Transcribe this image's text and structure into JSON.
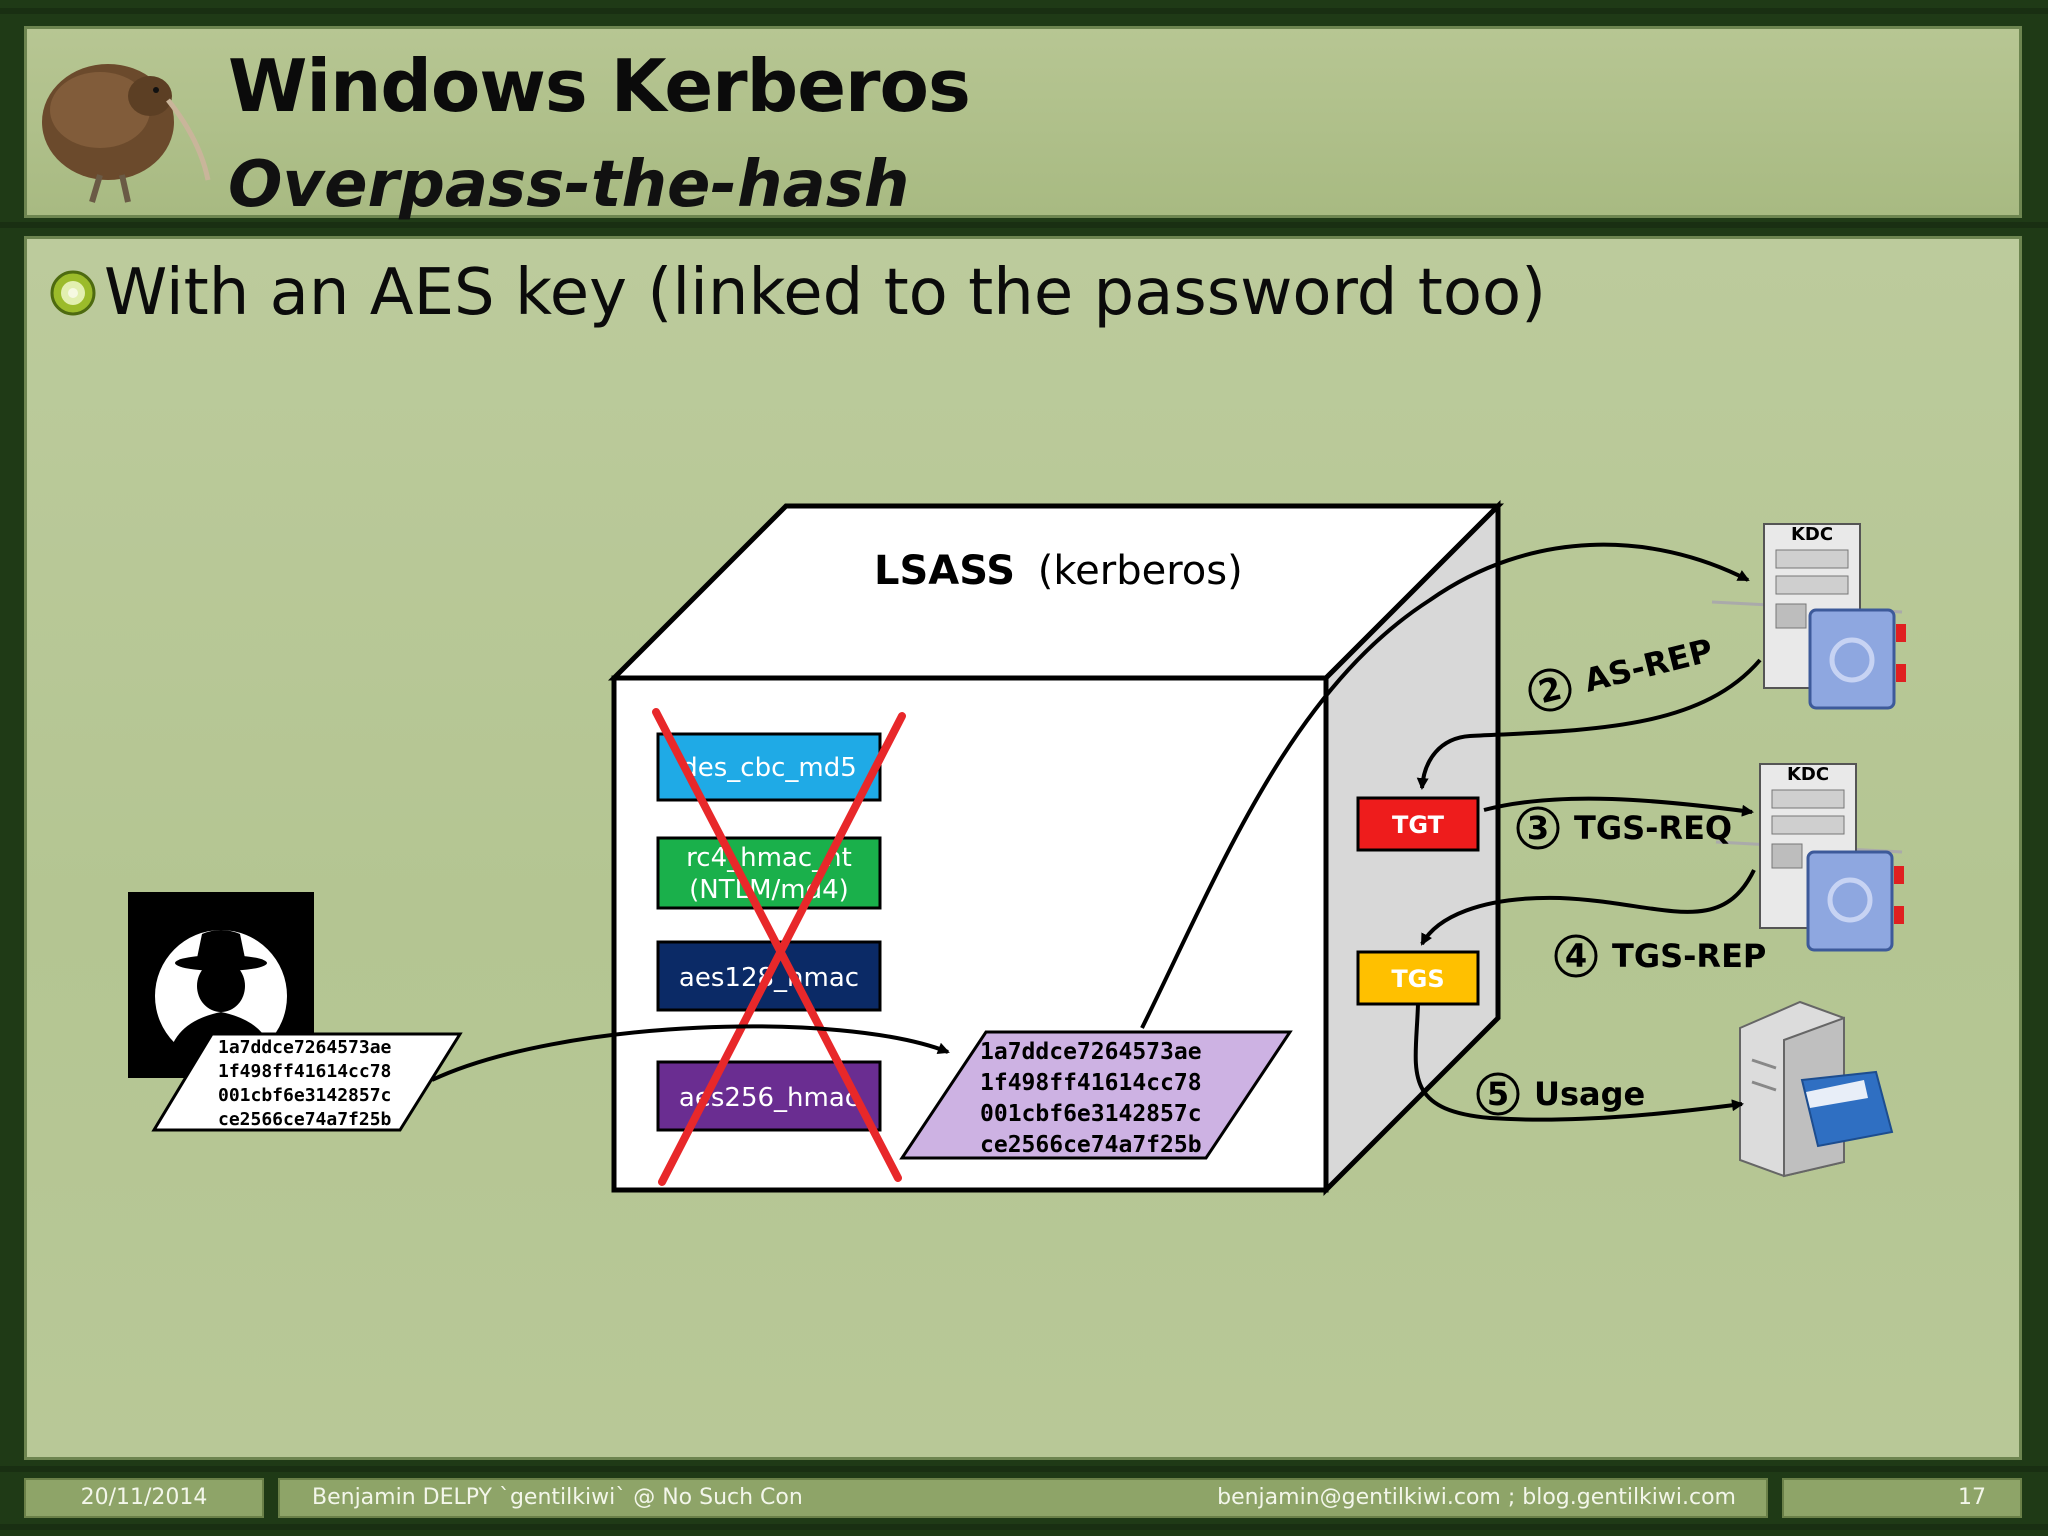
{
  "slide": {
    "title": "Windows Kerberos",
    "subtitle": "Overpass-the-hash",
    "bullet": "With an AES key (linked to the password too)"
  },
  "diagram": {
    "lsass_title_bold": "LSASS",
    "lsass_title_rest": "(kerberos)",
    "keys": [
      {
        "label_lines": [
          "des_cbc_md5"
        ],
        "color": "#1faae6"
      },
      {
        "label_lines": [
          "rc4_hmac_nt",
          "(NTLM/md4)"
        ],
        "color": "#1ab04b"
      },
      {
        "label_lines": [
          "aes128_hmac"
        ],
        "color": "#0b2a66"
      },
      {
        "label_lines": [
          "aes256_hmac"
        ],
        "color": "#6a2d91"
      }
    ],
    "hash_lines": [
      "1a7ddce7264573ae",
      "1f498ff41614cc78",
      "001cbf6e3142857c",
      "ce2566ce74a7f25b"
    ],
    "tickets": [
      {
        "label": "TGT",
        "color": "#ee1c1c"
      },
      {
        "label": "TGS",
        "color": "#ffc000"
      }
    ],
    "kdc_label": "KDC",
    "steps": [
      {
        "number": "2",
        "label": "AS-REP"
      },
      {
        "number": "3",
        "label": "TGS-REQ"
      },
      {
        "number": "4",
        "label": "TGS-REP"
      },
      {
        "number": "5",
        "label": "Usage"
      }
    ],
    "colors": {
      "cross": "#e8282a",
      "hash_fill": "#cdb2e3",
      "line": "#000000"
    }
  },
  "footer": {
    "date": "20/11/2014",
    "author": "Benjamin DELPY `gentilkiwi` @ No Such Con",
    "contact": "benjamin@gentilkiwi.com ; blog.gentilkiwi.com",
    "page": "17"
  },
  "icons": {
    "logo": "kiwi-bird-icon",
    "bullet": "kiwi-slice-icon",
    "attacker": "spy-hat-icon",
    "kdc": "server-book-icon",
    "service": "file-server-icon"
  }
}
